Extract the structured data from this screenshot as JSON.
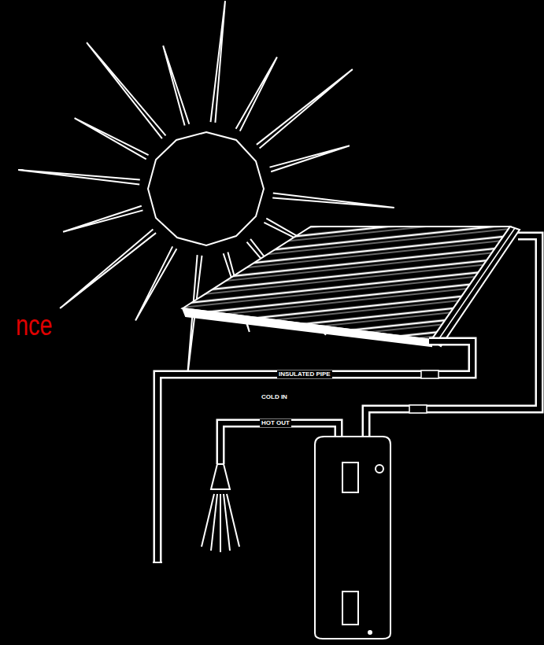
{
  "diagram": {
    "labels": [
      "nce",
      "INSULATED PIPE",
      "COLD IN",
      "HOT OUT"
    ]
  }
}
